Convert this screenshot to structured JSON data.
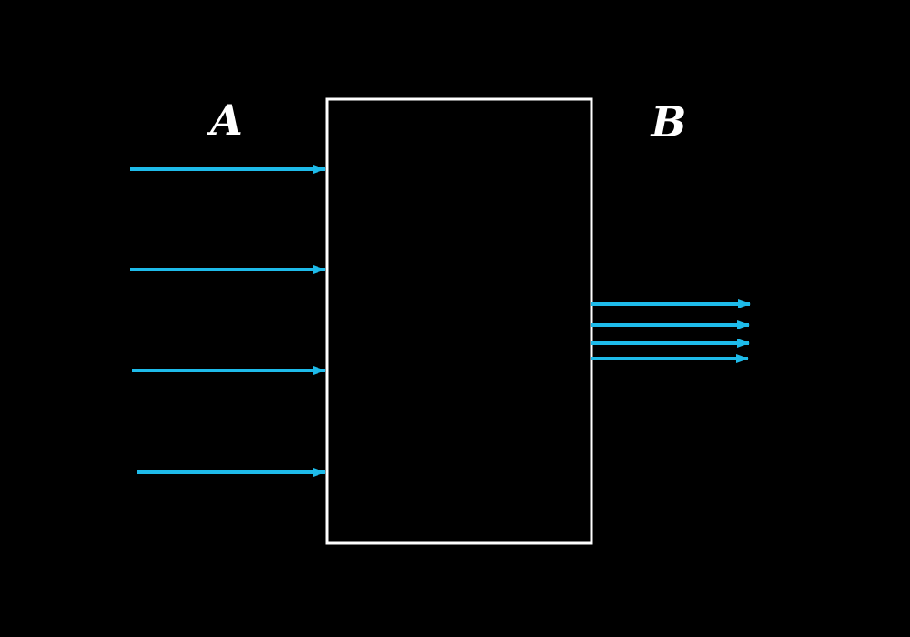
{
  "diagram": {
    "input_label": "A",
    "output_label": "B",
    "input_count": 4,
    "output_count": 4,
    "colors": {
      "background": "#000000",
      "box_stroke": "#ffffff",
      "label": "#ffffff",
      "arrow": "#1ebbea"
    }
  }
}
